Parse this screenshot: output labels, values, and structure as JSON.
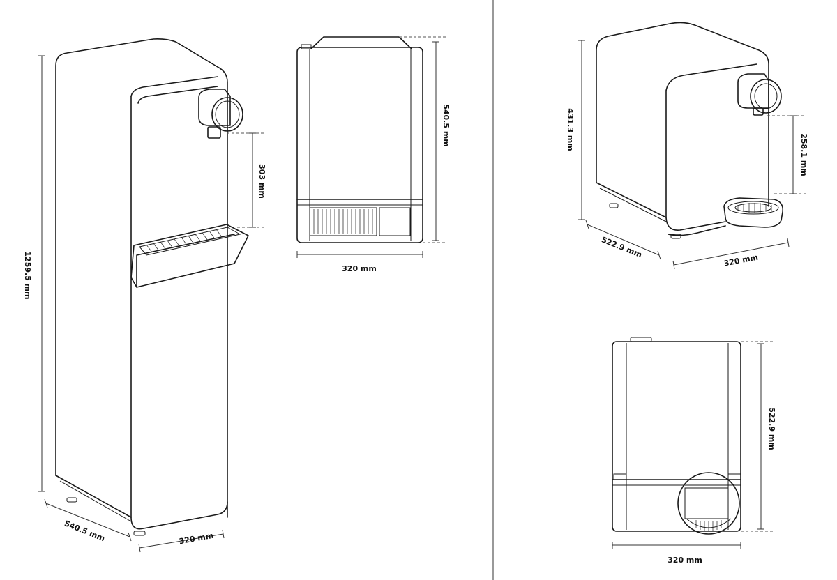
{
  "dimensions": {
    "tall_height": "1259.5 mm",
    "tall_depth": "540.5 mm",
    "tall_width": "320 mm",
    "tall_tap_clearance": "303 mm",
    "top_view_depth": "540.5 mm",
    "top_view_width": "320 mm",
    "counter_height": "431.3 mm",
    "counter_tap_clearance": "258.1 mm",
    "counter_depth": "522.9 mm",
    "counter_width": "320 mm",
    "counter_top_depth": "522.9 mm",
    "counter_top_width": "320 mm"
  }
}
